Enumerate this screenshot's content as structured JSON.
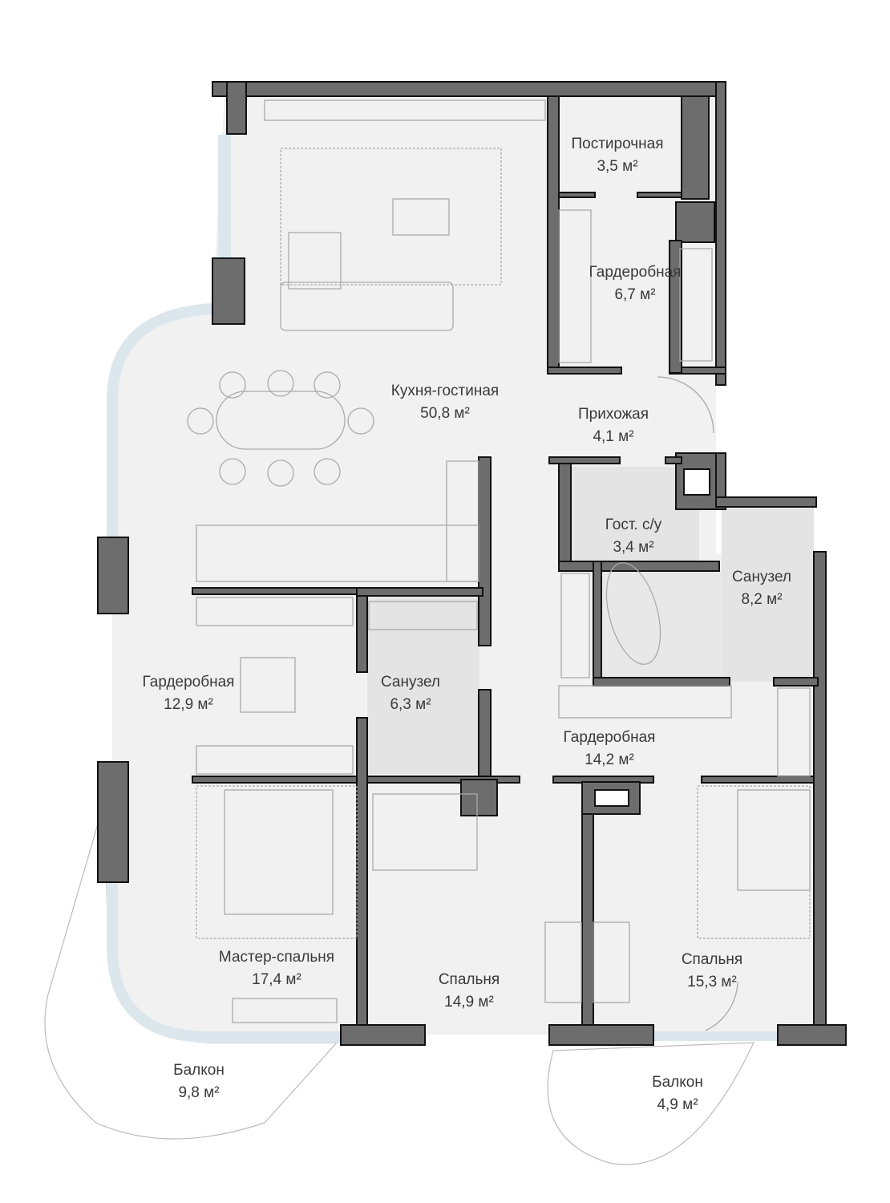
{
  "title": "Floor plan",
  "colors": {
    "wall": "#6d6d6d",
    "floor": "#f1f1f1",
    "tile": "#e4e4e4",
    "glass": "#dbe7ec",
    "text": "#3a3a3a"
  },
  "rooms": [
    {
      "id": "laundry",
      "name": "Постирочная",
      "area": "3,5 м²"
    },
    {
      "id": "wardrobe-1",
      "name": "Гардеробная",
      "area": "6,7 м²"
    },
    {
      "id": "kitchen-living",
      "name": "Кухня-гостиная",
      "area": "50,8 м²"
    },
    {
      "id": "hallway",
      "name": "Прихожая",
      "area": "4,1 м²"
    },
    {
      "id": "guest-wc",
      "name": "Гост. с/у",
      "area": "3,4 м²"
    },
    {
      "id": "bathroom-1",
      "name": "Санузел",
      "area": "8,2 м²"
    },
    {
      "id": "wardrobe-2",
      "name": "Гардеробная",
      "area": "12,9 м²"
    },
    {
      "id": "bathroom-2",
      "name": "Санузел",
      "area": "6,3 м²"
    },
    {
      "id": "wardrobe-3",
      "name": "Гардеробная",
      "area": "14,2 м²"
    },
    {
      "id": "master-bedroom",
      "name": "Мастер-спальня",
      "area": "17,4 м²"
    },
    {
      "id": "bedroom-1",
      "name": "Спальня",
      "area": "14,9 м²"
    },
    {
      "id": "bedroom-2",
      "name": "Спальня",
      "area": "15,3 м²"
    },
    {
      "id": "balcony-1",
      "name": "Балкон",
      "area": "9,8 м²"
    },
    {
      "id": "balcony-2",
      "name": "Балкон",
      "area": "4,9 м²"
    }
  ]
}
